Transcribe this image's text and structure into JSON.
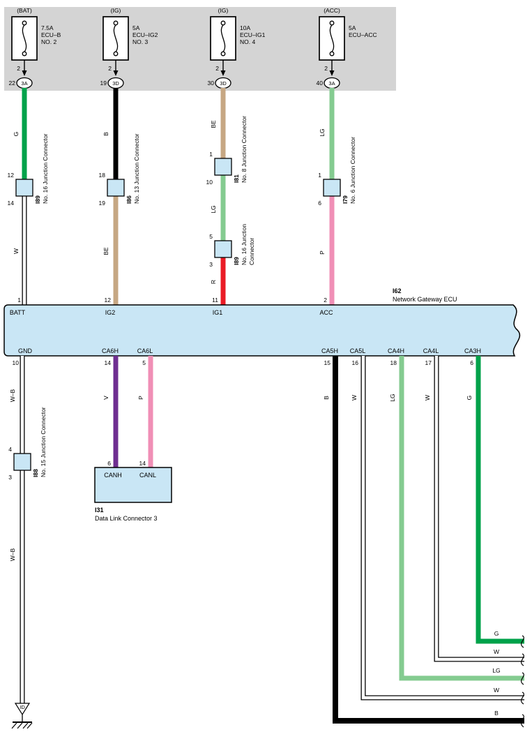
{
  "colors": {
    "band": "#D4D4D4",
    "box": "#C9E6F5",
    "green": "#00A24A",
    "light_green": "#84CB90",
    "beige": "#C6A783",
    "pink": "#F08FB6",
    "red": "#EA1C26",
    "violet": "#6F2F91",
    "black": "#000000"
  },
  "fuses": [
    {
      "tag": "(BAT)",
      "rating": "7.5A",
      "name": "ECU–B",
      "number": "NO. 2",
      "pin": "2",
      "terminal": "22",
      "code": "3A"
    },
    {
      "tag": "(IG)",
      "rating": "5A",
      "name": "ECU–IG2",
      "number": "NO. 3",
      "pin": "2",
      "terminal": "19",
      "code": "3D"
    },
    {
      "tag": "(IG)",
      "rating": "10A",
      "name": "ECU–IG1",
      "number": "NO. 4",
      "pin": "2",
      "terminal": "30",
      "code": "3D"
    },
    {
      "tag": "(ACC)",
      "rating": "5A",
      "name": "ECU–ACC",
      "number": "",
      "pin": "2",
      "terminal": "40",
      "code": "3A"
    }
  ],
  "junctions": [
    {
      "id": "I89",
      "name": "No. 16 Junction Connector",
      "pin_top": "12",
      "pin_bottom": "14"
    },
    {
      "id": "I86",
      "name": "No. 13 Junction Connector",
      "pin_top": "18",
      "pin_bottom": "19"
    },
    {
      "id": "I81",
      "name": "No. 8 Junction Connector",
      "pin_top": "1",
      "pin_bottom": "10"
    },
    {
      "id": "I89",
      "name1": "No. 16 Junction",
      "name2": "Connector",
      "pin_top": "5",
      "pin_bottom": "3"
    },
    {
      "id": "I79",
      "name": "No. 6 Junction Connector",
      "pin_top": "1",
      "pin_bottom": "6"
    },
    {
      "id": "I88",
      "name": "No. 15 Junction Connector",
      "pin_top": "4",
      "pin_bottom": "3"
    }
  ],
  "ecu": {
    "id": "I62",
    "name": "Network Gateway ECU",
    "top_pins": [
      {
        "pin": "1",
        "label": "BATT"
      },
      {
        "pin": "12",
        "label": "IG2"
      },
      {
        "pin": "11",
        "label": "IG1"
      },
      {
        "pin": "2",
        "label": "ACC"
      }
    ],
    "bottom_pins": [
      {
        "pin": "10",
        "label": "GND"
      },
      {
        "pin": "14",
        "label": "CA6H"
      },
      {
        "pin": "5",
        "label": "CA6L"
      },
      {
        "pin": "15",
        "label": "CA5H"
      },
      {
        "pin": "16",
        "label": "CA5L"
      },
      {
        "pin": "18",
        "label": "CA4H"
      },
      {
        "pin": "17",
        "label": "CA4L"
      },
      {
        "pin": "6",
        "label": "CA3H"
      }
    ]
  },
  "dlc": {
    "id": "I31",
    "name": "Data Link Connector 3",
    "pins": [
      {
        "pin": "6",
        "label": "CANH"
      },
      {
        "pin": "14",
        "label": "CANL"
      }
    ]
  },
  "wire_labels": {
    "batt_top": "G",
    "batt_bottom": "W",
    "ig2_top": "B",
    "ig2_bottom": "BE",
    "ig1_top": "BE",
    "ig1_mid": "LG",
    "ig1_bottom": "R",
    "acc_top": "LG",
    "acc_bottom": "P",
    "gnd_upper": "W–B",
    "gnd_lower": "W–B",
    "ca6h": "V",
    "ca6l": "P",
    "ca5h": "B",
    "ca5l": "W",
    "ca4h": "LG",
    "ca4l": "W",
    "ca3h": "G"
  },
  "exits": [
    {
      "label": "G"
    },
    {
      "label": "W"
    },
    {
      "label": "LG"
    },
    {
      "label": "W"
    },
    {
      "label": "B"
    }
  ],
  "ground": {
    "label": "ID"
  }
}
